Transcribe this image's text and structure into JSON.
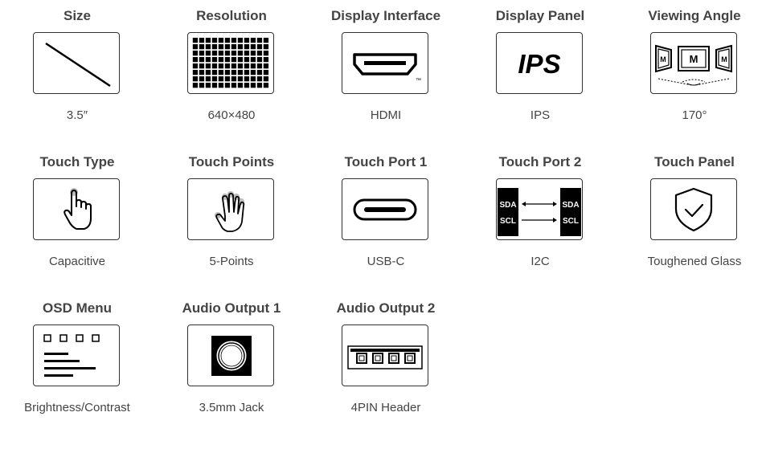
{
  "specs": [
    {
      "title": "Size",
      "value": "3.5″",
      "icon": "diagonal-line-icon"
    },
    {
      "title": "Resolution",
      "value": "640×480",
      "icon": "pixel-grid-icon"
    },
    {
      "title": "Display Interface",
      "value": "HDMI",
      "icon": "hdmi-port-icon"
    },
    {
      "title": "Display Panel",
      "value": "IPS",
      "icon": "ips-text-icon",
      "icon_text": "IPS"
    },
    {
      "title": "Viewing Angle",
      "value": "170°",
      "icon": "viewing-angle-icon",
      "icon_text": "M"
    },
    {
      "title": "Touch Type",
      "value": "Capacitive",
      "icon": "finger-touch-icon"
    },
    {
      "title": "Touch Points",
      "value": "5-Points",
      "icon": "hand-touch-icon"
    },
    {
      "title": "Touch Port 1",
      "value": "USB-C",
      "icon": "usb-c-port-icon"
    },
    {
      "title": "Touch Port 2",
      "value": "I2C",
      "icon": "i2c-bus-icon",
      "icon_labels": [
        "SDA",
        "SCL",
        "SDA",
        "SCL"
      ]
    },
    {
      "title": "Touch Panel",
      "value": "Toughened Glass",
      "icon": "shield-check-icon"
    },
    {
      "title": "OSD Menu",
      "value": "Brightness/Contrast",
      "icon": "osd-menu-icon"
    },
    {
      "title": "Audio Output 1",
      "value": "3.5mm Jack",
      "icon": "audio-jack-icon"
    },
    {
      "title": "Audio Output 2",
      "value": "4PIN Header",
      "icon": "pin-header-icon"
    }
  ],
  "hdmi_mark": "™",
  "colors": {
    "icon_stroke": "#000000",
    "text": "#444444"
  }
}
